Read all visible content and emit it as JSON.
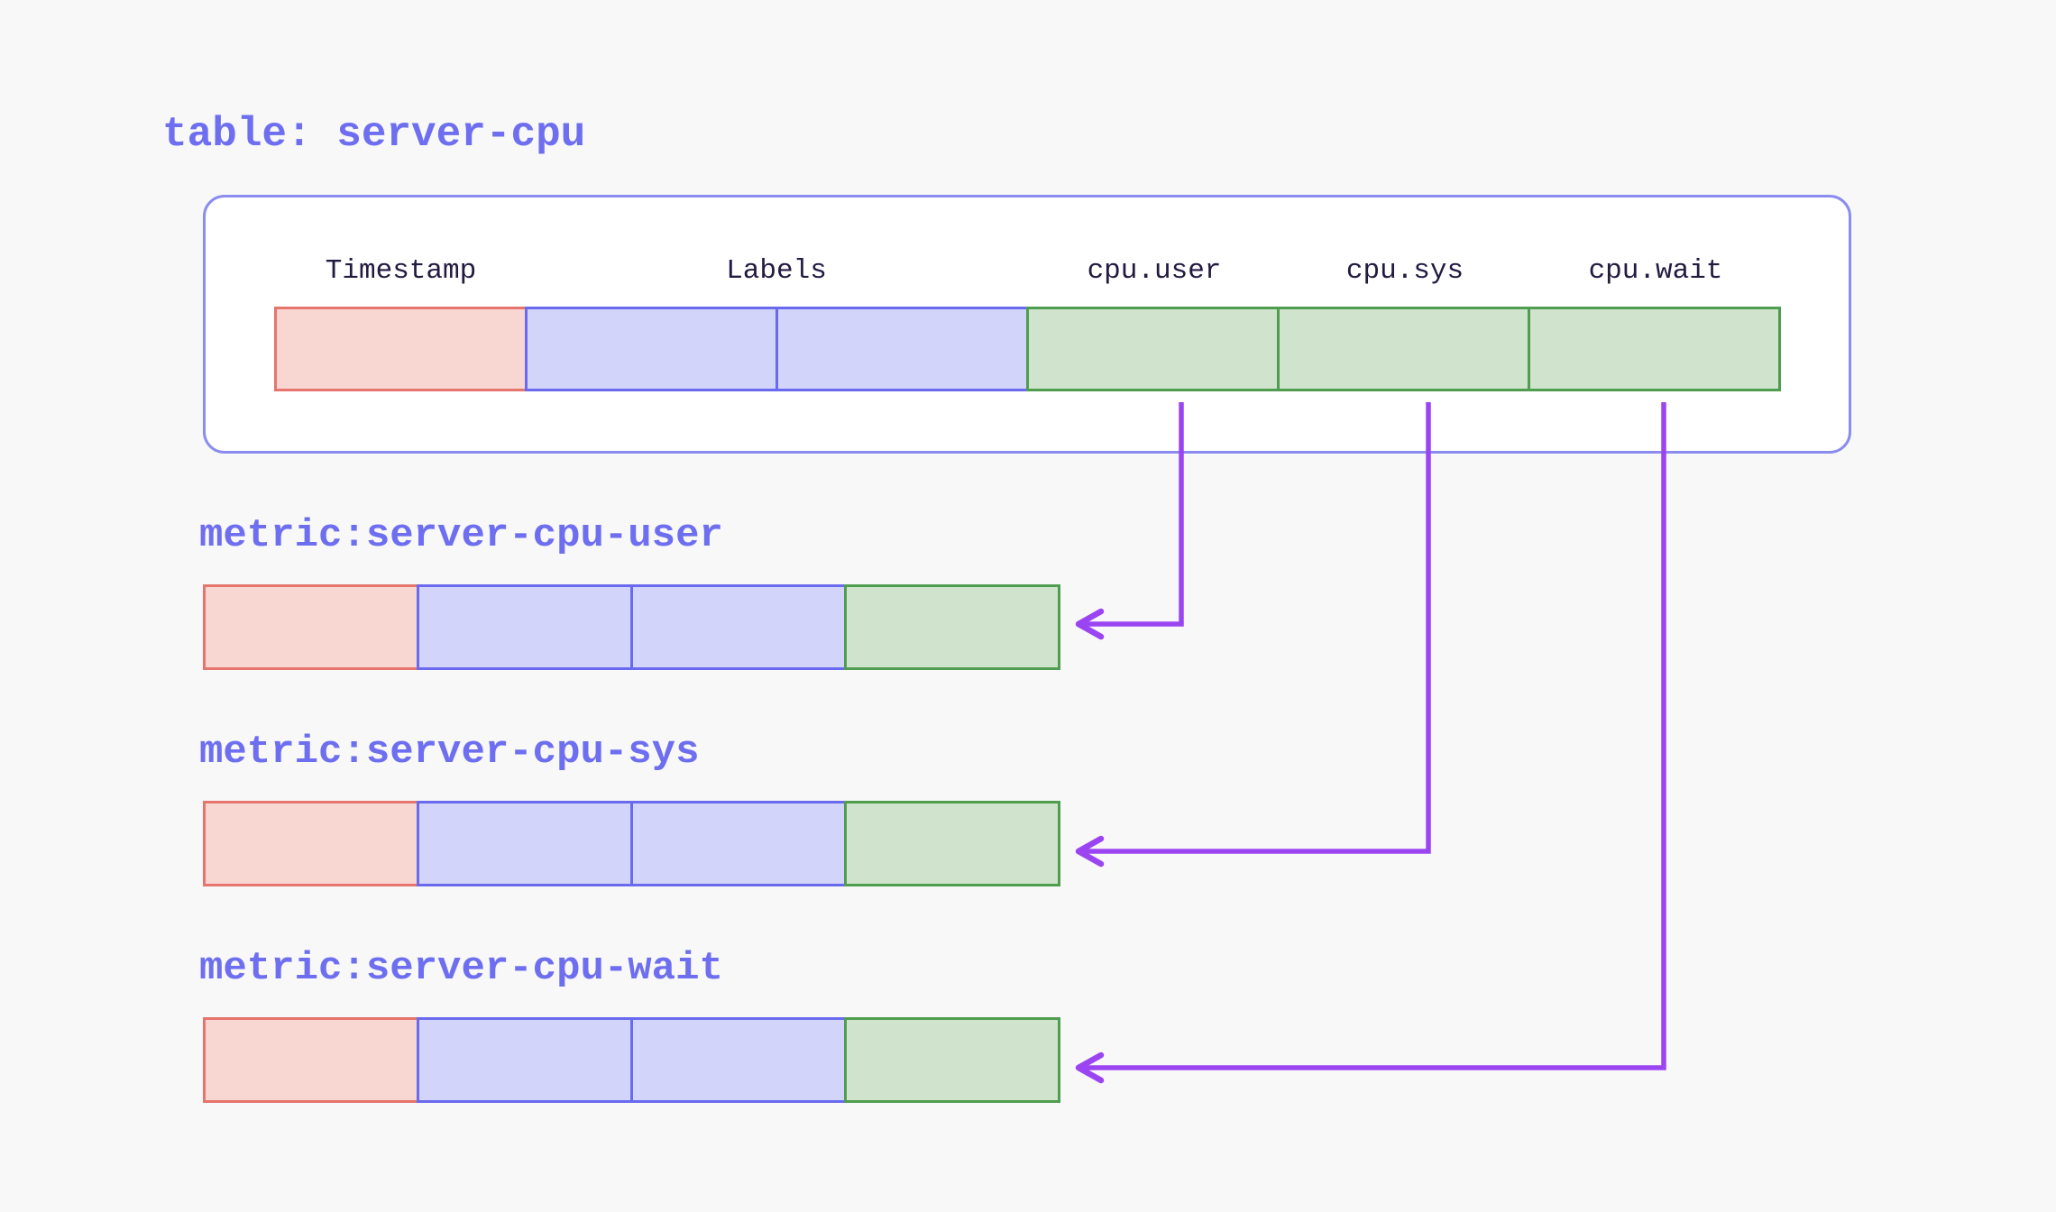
{
  "header": {
    "title": "table: server-cpu"
  },
  "table": {
    "columns": [
      "Timestamp",
      "Labels",
      "cpu.user",
      "cpu.sys",
      "cpu.wait"
    ],
    "row_cells": [
      "timestamp",
      "label",
      "label",
      "value",
      "value",
      "value"
    ]
  },
  "metrics": [
    {
      "label": "metric:server-cpu-user",
      "source_column": "cpu.user",
      "row_cells": [
        "timestamp",
        "label",
        "label",
        "value"
      ]
    },
    {
      "label": "metric:server-cpu-sys",
      "source_column": "cpu.sys",
      "row_cells": [
        "timestamp",
        "label",
        "label",
        "value"
      ]
    },
    {
      "label": "metric:server-cpu-wait",
      "source_column": "cpu.wait",
      "row_cells": [
        "timestamp",
        "label",
        "label",
        "value"
      ]
    }
  ],
  "colors": {
    "background": "#f8f8f8",
    "panel-fill": "#ffffff",
    "panel-border": "#8b8bf0",
    "title-text": "#6e6ef0",
    "header-text": "#231a40",
    "timestamp-fill": "#f8d7d3",
    "timestamp-border": "#e5756d",
    "labels-fill": "#d2d4fa",
    "labels-border": "#6a6aee",
    "value-fill": "#cfe3cd",
    "value-border": "#4f9e4f",
    "arrow": "#9b45f2"
  }
}
